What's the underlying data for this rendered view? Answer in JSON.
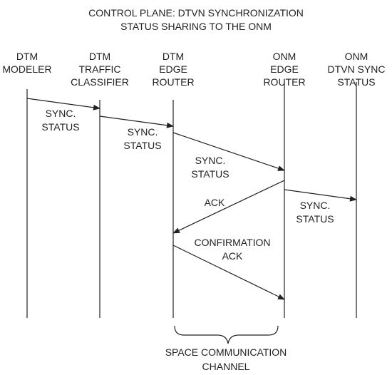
{
  "title": {
    "line1": "CONTROL PLANE: DTVN SYNCHRONIZATION",
    "line2": "STATUS SHARING TO THE ONM"
  },
  "participants": [
    {
      "id": "dtm-modeler",
      "lines": [
        "DTM",
        "MODELER"
      ]
    },
    {
      "id": "dtm-traffic-classifier",
      "lines": [
        "DTM",
        "TRAFFIC",
        "CLASSIFIER"
      ]
    },
    {
      "id": "dtm-edge-router",
      "lines": [
        "DTM",
        "EDGE",
        "ROUTER"
      ]
    },
    {
      "id": "onm-edge-router",
      "lines": [
        "ONM",
        "EDGE",
        "ROUTER"
      ]
    },
    {
      "id": "onm-dtvn-sync-status",
      "lines": [
        "ONM",
        "DTVN SYNC",
        "STATUS"
      ]
    }
  ],
  "messages": [
    {
      "id": "sync-status-1",
      "from": "dtm-modeler",
      "to": "dtm-traffic-classifier",
      "lines": [
        "SYNC.",
        "STATUS"
      ]
    },
    {
      "id": "sync-status-2",
      "from": "dtm-traffic-classifier",
      "to": "dtm-edge-router",
      "lines": [
        "SYNC.",
        "STATUS"
      ]
    },
    {
      "id": "sync-status-3",
      "from": "dtm-edge-router",
      "to": "onm-edge-router",
      "lines": [
        "SYNC.",
        "STATUS"
      ]
    },
    {
      "id": "ack",
      "from": "onm-edge-router",
      "to": "dtm-edge-router",
      "lines": [
        "ACK"
      ]
    },
    {
      "id": "sync-status-4",
      "from": "onm-edge-router",
      "to": "onm-dtvn-sync-status",
      "lines": [
        "SYNC.",
        "STATUS"
      ]
    },
    {
      "id": "confirmation-ack",
      "from": "dtm-edge-router",
      "to": "onm-edge-router",
      "lines": [
        "CONFIRMATION",
        "ACK"
      ]
    }
  ],
  "brace_label": {
    "line1": "SPACE COMMUNICATION",
    "line2": "CHANNEL"
  },
  "colors": {
    "line": "#222222",
    "text": "#222222",
    "background": "#ffffff"
  }
}
